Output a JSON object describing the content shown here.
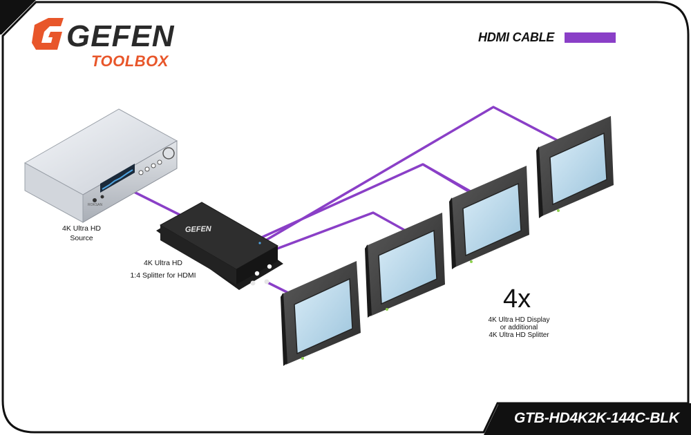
{
  "brand": {
    "name": "GEFEN",
    "subtitle": "TOOLBOX",
    "splitter_brand": "GEFEN",
    "source_brand": "ROKSAN",
    "colors": {
      "accent": "#e8562a",
      "cable": "#8a3fc7",
      "frame": "#111111"
    }
  },
  "legend": {
    "label": "HDMI CABLE",
    "color": "#8a3fc7"
  },
  "source": {
    "line1": "4K Ultra HD",
    "line2": "Source"
  },
  "splitter": {
    "line1": "4K Ultra HD",
    "line2": "1:4 Splitter for HDMI"
  },
  "displays": {
    "count": "4x",
    "line1": "4K Ultra HD  Display",
    "line2": "or additional",
    "line3": "4K Ultra HD Splitter"
  },
  "model": "GTB-HD4K2K-144C-BLK"
}
